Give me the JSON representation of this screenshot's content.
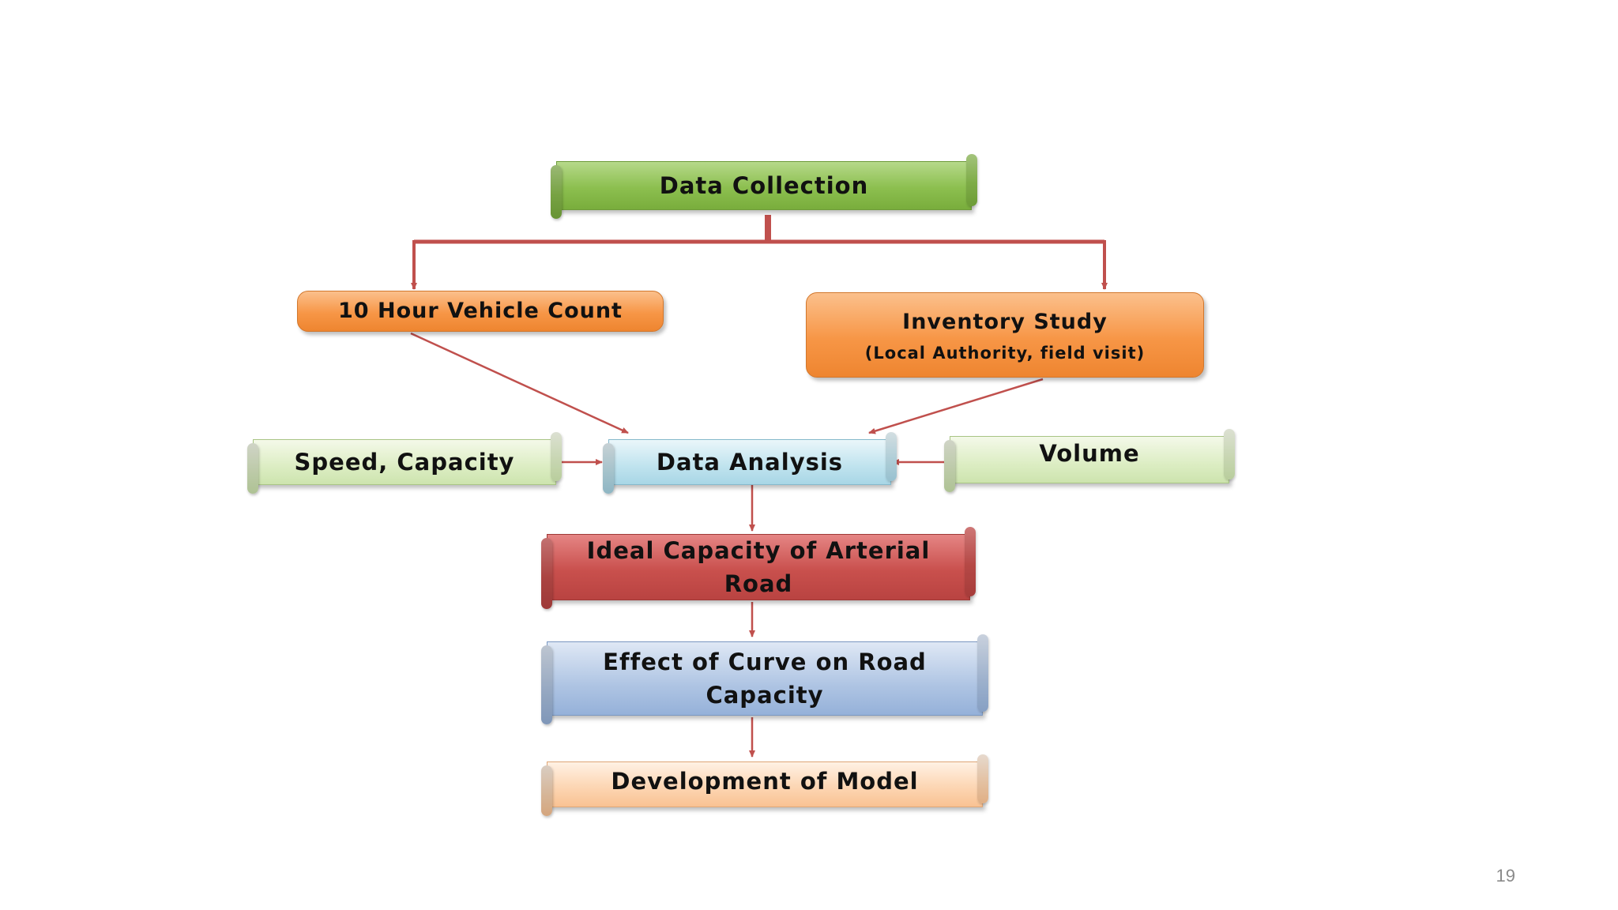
{
  "nodes": {
    "data_collection": "Data Collection",
    "vehicle_count": "10 Hour Vehicle Count",
    "inventory_study": "Inventory Study",
    "inventory_study_note": "(Local Authority, field visit)",
    "speed_capacity": "Speed, Capacity",
    "data_analysis": "Data Analysis",
    "volume": "Volume",
    "ideal_capacity_line1": "Ideal Capacity of Arterial",
    "ideal_capacity_line2": "Road",
    "curve_effect_line1": "Effect of Curve on Road",
    "curve_effect_line2": "Capacity",
    "model_development": "Development of Model"
  },
  "page_number": "19",
  "colors": {
    "connector": "#c0504d",
    "green": "#8cbf4f",
    "orange": "#f79646",
    "red": "#c9504d",
    "light_blue": "#bfe3ee",
    "blue": "#aec4e3",
    "light_green": "#dcedc3",
    "peach": "#fcd4b0"
  }
}
